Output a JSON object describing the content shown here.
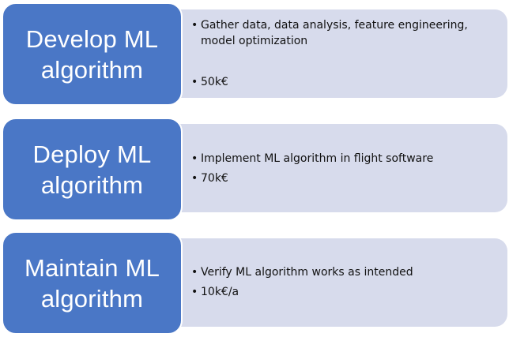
{
  "stages": [
    {
      "title": "Develop ML algorithm",
      "bullets": [
        "Gather data, data analysis, feature engineering, model optimization",
        "50k€"
      ]
    },
    {
      "title": "Deploy ML algorithm",
      "bullets": [
        "Implement ML algorithm in flight software",
        "70k€"
      ]
    },
    {
      "title": "Maintain ML algorithm",
      "bullets": [
        "Verify ML algorithm works as intended",
        "10k€/a"
      ]
    }
  ],
  "colors": {
    "stage_fill": "#4a77c6",
    "detail_fill": "#d7dbec",
    "text_dark": "#111111",
    "text_light": "#ffffff"
  }
}
